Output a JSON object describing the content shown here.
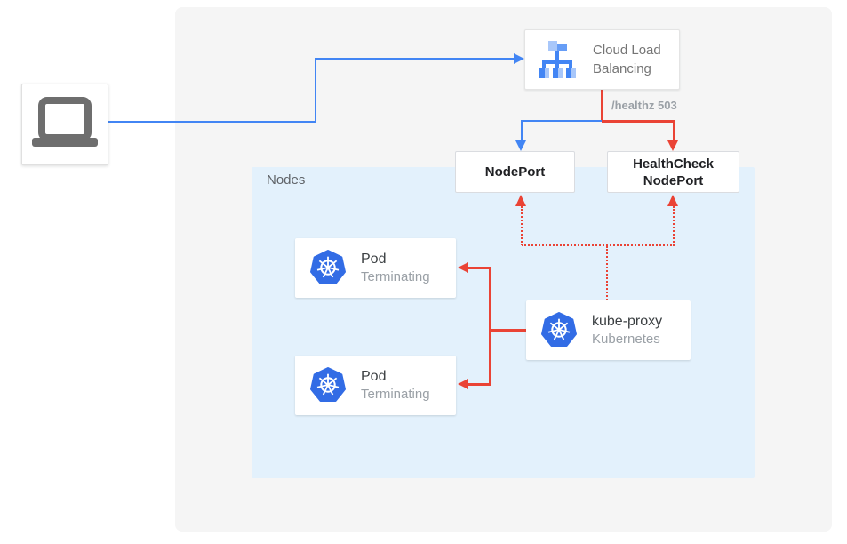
{
  "colors": {
    "blue": "#4285F4",
    "red": "#EA4335",
    "panel_bg": "#F5F5F5",
    "nodes_bg": "#E3F1FC",
    "kubernetes_blue": "#326CE5",
    "icon_blue_light": "#A8C7FA",
    "icon_blue_mid": "#669DF6"
  },
  "client": {
    "icon": "laptop-icon"
  },
  "load_balancer": {
    "line1": "Cloud Load",
    "line2": "Balancing",
    "icon": "cloud-load-balancing-icon"
  },
  "edge_label": "/healthz 503",
  "nodeport": {
    "label": "NodePort"
  },
  "healthcheck": {
    "line1": "HealthCheck",
    "line2": "NodePort"
  },
  "nodes": {
    "label": "Nodes"
  },
  "pods": [
    {
      "title": "Pod",
      "subtitle": "Terminating",
      "icon": "kubernetes-icon"
    },
    {
      "title": "Pod",
      "subtitle": "Terminating",
      "icon": "kubernetes-icon"
    }
  ],
  "kube_proxy": {
    "title": "kube-proxy",
    "subtitle": "Kubernetes",
    "icon": "kubernetes-icon"
  }
}
